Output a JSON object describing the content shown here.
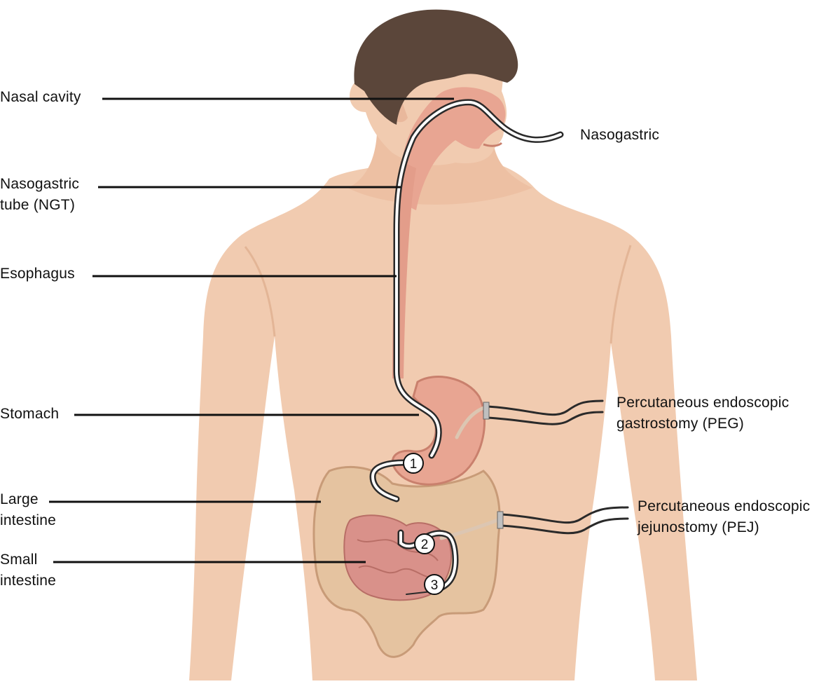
{
  "labels": {
    "nasal_cavity": "Nasal cavity",
    "ngt": "Nasogastric\ntube (NGT)",
    "esophagus": "Esophagus",
    "stomach": "Stomach",
    "large_intestine": "Large\nintestine",
    "small_intestine": "Small\nintestine",
    "nasogastric": "Nasogastric",
    "peg": "Percutaneous endoscopic\ngastrostomy (PEG)",
    "pej": "Percutaneous endoscopic\njejunostomy (PEJ)"
  },
  "markers": [
    "1",
    "2",
    "3"
  ],
  "colors": {
    "skin": "#f1cbb0",
    "skin_shade": "#e7b898",
    "hair": "#5b463a",
    "organ": "#e8a592",
    "organ_dark": "#c9806d",
    "intestine": "#e5c3a0",
    "intestine_outline": "#c89b78",
    "small_intestine": "#d9918a",
    "tube_outline": "#2a2a2a",
    "tube_fill": "#ffffff",
    "leader_line": "#111111"
  }
}
